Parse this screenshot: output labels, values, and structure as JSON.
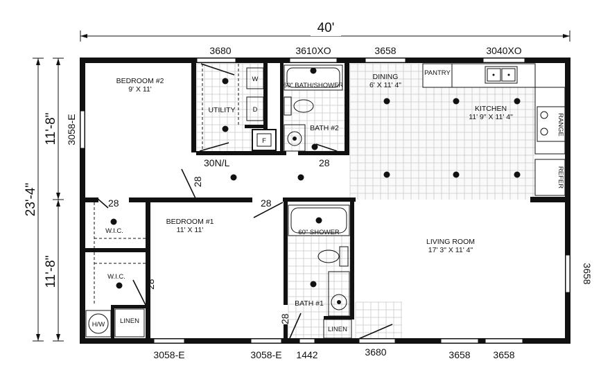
{
  "dimensions": {
    "overall_width": "40'",
    "overall_depth": "23'-4\"",
    "upper_section": "11'-8\"",
    "lower_section": "11'-8\""
  },
  "windows": {
    "top": [
      "3680",
      "3610XO",
      "3658",
      "3040XO"
    ],
    "left": "3058-E",
    "right": "3658",
    "bottom": [
      "3058-E",
      "3058-E",
      "1442",
      "3680",
      "3658",
      "3658"
    ]
  },
  "rooms": {
    "bedroom2": {
      "name": "BEDROOM #2",
      "size": "9' X 11'"
    },
    "utility": {
      "name": "UTILITY"
    },
    "bath2_tub": "60\" BATH/SHOWER",
    "bath2": {
      "name": "BATH #2"
    },
    "dining": {
      "name": "DINING",
      "size": "6' X 11' 4\""
    },
    "pantry": {
      "name": "PANTRY"
    },
    "kitchen": {
      "name": "KITCHEN",
      "size": "11' 9\" X 11' 4\""
    },
    "bedroom1": {
      "name": "BEDROOM #1",
      "size": "11' X 11'"
    },
    "wic1": {
      "name": "W.I.C."
    },
    "wic2": {
      "name": "W.I.C."
    },
    "shower": "60\" SHOWER",
    "bath1": {
      "name": "BATH #1"
    },
    "linen1": "LINEN",
    "linen2": "LINEN",
    "living": {
      "name": "LIVING ROOM",
      "size": "17' 3\" X 11' 4\""
    },
    "hw": "H/W"
  },
  "appliances": {
    "washer": "W",
    "dryer": "D",
    "furnace": "F",
    "range": "RANGE",
    "refer": "REFER"
  },
  "doors": {
    "closet_30": "30N/L",
    "bath2_door": "28",
    "bed2_door": "28",
    "wic1_door": "28",
    "bed1_door": "28",
    "wic2_door": "28",
    "bath1_door": "28"
  }
}
